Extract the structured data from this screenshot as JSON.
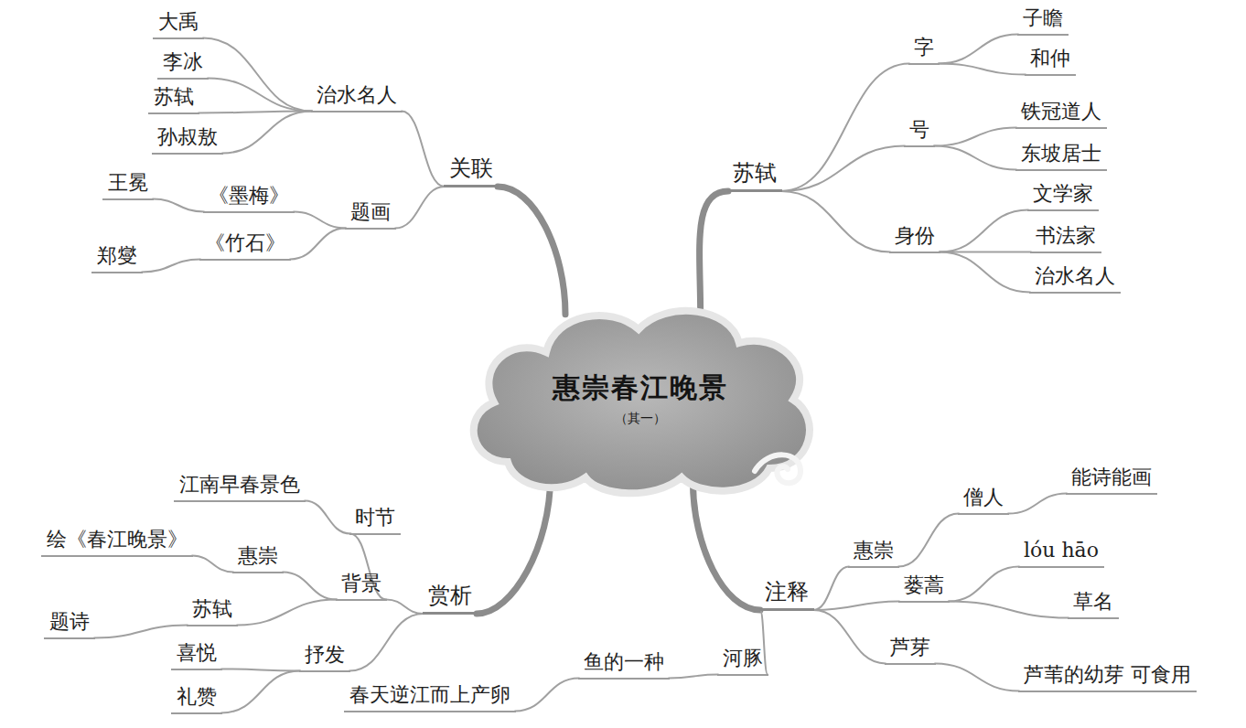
{
  "diagram": {
    "nodes": [
      {
        "text": [
          "惠崇春江晚景",
          "（其一）"
        ]
      },
      {
        "text": [
          "关联"
        ]
      },
      {
        "text": [
          "治水名人"
        ]
      },
      {
        "text": [
          "大禹"
        ]
      },
      {
        "text": [
          "李冰"
        ]
      },
      {
        "text": [
          "苏轼"
        ]
      },
      {
        "text": [
          "孙叔敖"
        ]
      },
      {
        "text": [
          "题画"
        ]
      },
      {
        "text": [
          "《墨梅》"
        ]
      },
      {
        "text": [
          "王冕"
        ]
      },
      {
        "text": [
          "《竹石》"
        ]
      },
      {
        "text": [
          "郑燮"
        ]
      },
      {
        "text": [
          "苏轼"
        ]
      },
      {
        "text": [
          "字"
        ]
      },
      {
        "text": [
          "子瞻"
        ]
      },
      {
        "text": [
          "和仲"
        ]
      },
      {
        "text": [
          "号"
        ]
      },
      {
        "text": [
          "铁冠道人"
        ]
      },
      {
        "text": [
          "东坡居士"
        ]
      },
      {
        "text": [
          "身份"
        ]
      },
      {
        "text": [
          "文学家"
        ]
      },
      {
        "text": [
          "书法家"
        ]
      },
      {
        "text": [
          "治水名人"
        ]
      },
      {
        "text": [
          "赏析"
        ]
      },
      {
        "text": [
          "背景"
        ]
      },
      {
        "text": [
          "时节"
        ]
      },
      {
        "text": [
          "江南早春景色"
        ]
      },
      {
        "text": [
          "惠崇"
        ]
      },
      {
        "text": [
          "绘《春江晚景》"
        ]
      },
      {
        "text": [
          "苏轼"
        ]
      },
      {
        "text": [
          "题诗"
        ]
      },
      {
        "text": [
          "抒发"
        ]
      },
      {
        "text": [
          "喜悦"
        ]
      },
      {
        "text": [
          "礼赞"
        ]
      },
      {
        "text": [
          "注释"
        ]
      },
      {
        "text": [
          "惠崇"
        ]
      },
      {
        "text": [
          "僧人"
        ]
      },
      {
        "text": [
          "能诗能画"
        ]
      },
      {
        "text": [
          "蒌蒿"
        ]
      },
      {
        "text": [
          "lóu hāo"
        ]
      },
      {
        "text": [
          "草名"
        ]
      },
      {
        "text": [
          "芦芽"
        ]
      },
      {
        "text": [
          "芦苇的幼芽 可食用"
        ]
      },
      {
        "text": [
          "河豚"
        ]
      },
      {
        "text": [
          "鱼的一种"
        ]
      },
      {
        "text": [
          "春天逆江而上产卵"
        ]
      }
    ],
    "edges": [
      {
        "from": 0,
        "to": 1,
        "arrow": "none"
      },
      {
        "from": 1,
        "to": 2,
        "arrow": "none"
      },
      {
        "from": 2,
        "to": 3,
        "arrow": "none"
      },
      {
        "from": 2,
        "to": 4,
        "arrow": "none"
      },
      {
        "from": 2,
        "to": 5,
        "arrow": "none"
      },
      {
        "from": 2,
        "to": 6,
        "arrow": "none"
      },
      {
        "from": 1,
        "to": 7,
        "arrow": "none"
      },
      {
        "from": 7,
        "to": 8,
        "arrow": "none"
      },
      {
        "from": 8,
        "to": 9,
        "arrow": "none"
      },
      {
        "from": 7,
        "to": 10,
        "arrow": "none"
      },
      {
        "from": 10,
        "to": 11,
        "arrow": "none"
      },
      {
        "from": 0,
        "to": 12,
        "arrow": "none"
      },
      {
        "from": 12,
        "to": 13,
        "arrow": "none"
      },
      {
        "from": 13,
        "to": 14,
        "arrow": "none"
      },
      {
        "from": 13,
        "to": 15,
        "arrow": "none"
      },
      {
        "from": 12,
        "to": 16,
        "arrow": "none"
      },
      {
        "from": 16,
        "to": 17,
        "arrow": "none"
      },
      {
        "from": 16,
        "to": 18,
        "arrow": "none"
      },
      {
        "from": 12,
        "to": 19,
        "arrow": "none"
      },
      {
        "from": 19,
        "to": 20,
        "arrow": "none"
      },
      {
        "from": 19,
        "to": 21,
        "arrow": "none"
      },
      {
        "from": 19,
        "to": 22,
        "arrow": "none"
      },
      {
        "from": 0,
        "to": 23,
        "arrow": "none"
      },
      {
        "from": 23,
        "to": 24,
        "arrow": "none"
      },
      {
        "from": 24,
        "to": 25,
        "arrow": "none"
      },
      {
        "from": 25,
        "to": 26,
        "arrow": "none"
      },
      {
        "from": 24,
        "to": 27,
        "arrow": "none"
      },
      {
        "from": 27,
        "to": 28,
        "arrow": "none"
      },
      {
        "from": 24,
        "to": 29,
        "arrow": "none"
      },
      {
        "from": 29,
        "to": 30,
        "arrow": "none"
      },
      {
        "from": 23,
        "to": 31,
        "arrow": "none"
      },
      {
        "from": 31,
        "to": 32,
        "arrow": "none"
      },
      {
        "from": 31,
        "to": 33,
        "arrow": "none"
      },
      {
        "from": 0,
        "to": 34,
        "arrow": "none"
      },
      {
        "from": 34,
        "to": 35,
        "arrow": "none"
      },
      {
        "from": 35,
        "to": 36,
        "arrow": "none"
      },
      {
        "from": 36,
        "to": 37,
        "arrow": "none"
      },
      {
        "from": 34,
        "to": 38,
        "arrow": "none"
      },
      {
        "from": 38,
        "to": 39,
        "arrow": "none"
      },
      {
        "from": 38,
        "to": 40,
        "arrow": "none"
      },
      {
        "from": 34,
        "to": 41,
        "arrow": "none"
      },
      {
        "from": 41,
        "to": 42,
        "arrow": "none"
      },
      {
        "from": 34,
        "to": 43,
        "arrow": "none"
      },
      {
        "from": 43,
        "to": 44,
        "arrow": "none"
      },
      {
        "from": 44,
        "to": 45,
        "arrow": "none"
      }
    ]
  }
}
